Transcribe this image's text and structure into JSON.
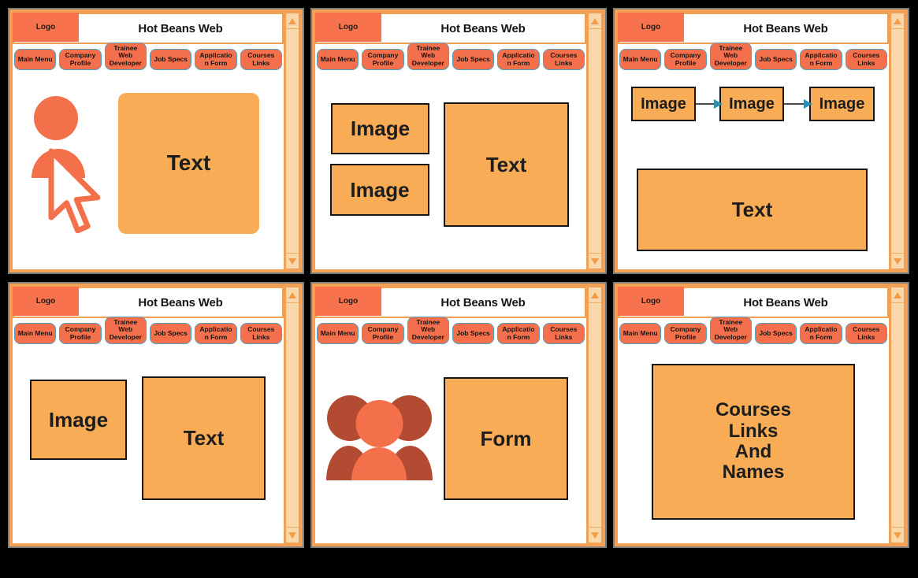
{
  "window": {
    "logo": "Logo",
    "title": "Hot Beans Web"
  },
  "nav": [
    "Main Menu",
    "Company\nProfile",
    "Trainee\nWeb\nDeveloper",
    "Job Specs",
    "Applicatio\nn Form",
    "Courses\nLinks"
  ],
  "panels": [
    {
      "id": "main-menu",
      "placeholders": {
        "text": "Text"
      }
    },
    {
      "id": "company-profile",
      "placeholders": {
        "image1": "Image",
        "image2": "Image",
        "text": "Text"
      }
    },
    {
      "id": "trainee-web-developer",
      "placeholders": {
        "image1": "Image",
        "image2": "Image",
        "image3": "Image",
        "text": "Text"
      }
    },
    {
      "id": "job-specs",
      "placeholders": {
        "image": "Image",
        "text": "Text"
      }
    },
    {
      "id": "application-form",
      "placeholders": {
        "form": "Form"
      }
    },
    {
      "id": "courses-links",
      "placeholders": {
        "box": "Courses\nLinks\nAnd\nNames"
      }
    }
  ],
  "icons": {
    "scroll-up-icon": "css-triangle-up",
    "scroll-down-icon": "css-triangle-down",
    "flow-arrow-icon": "css-triangle-right",
    "person-cursor-icon": "svg person with mouse pointer",
    "team-icon": "svg group of three people"
  },
  "colors": {
    "background": "#000000",
    "frame_orange": "#F2A156",
    "coral": "#F46F4B",
    "logo_coral": "#F9724E",
    "nav_border_teal": "#4FA3C2",
    "placeholder_orange": "#F8AC56",
    "scroll_track": "#FBD8A9",
    "scroll_arrow": "#F49B48",
    "connector_arrow": "#2E8FAE",
    "people_dark": "#B34A32",
    "people_coral": "#F4704A",
    "text_dark": "#1d1d1d"
  }
}
